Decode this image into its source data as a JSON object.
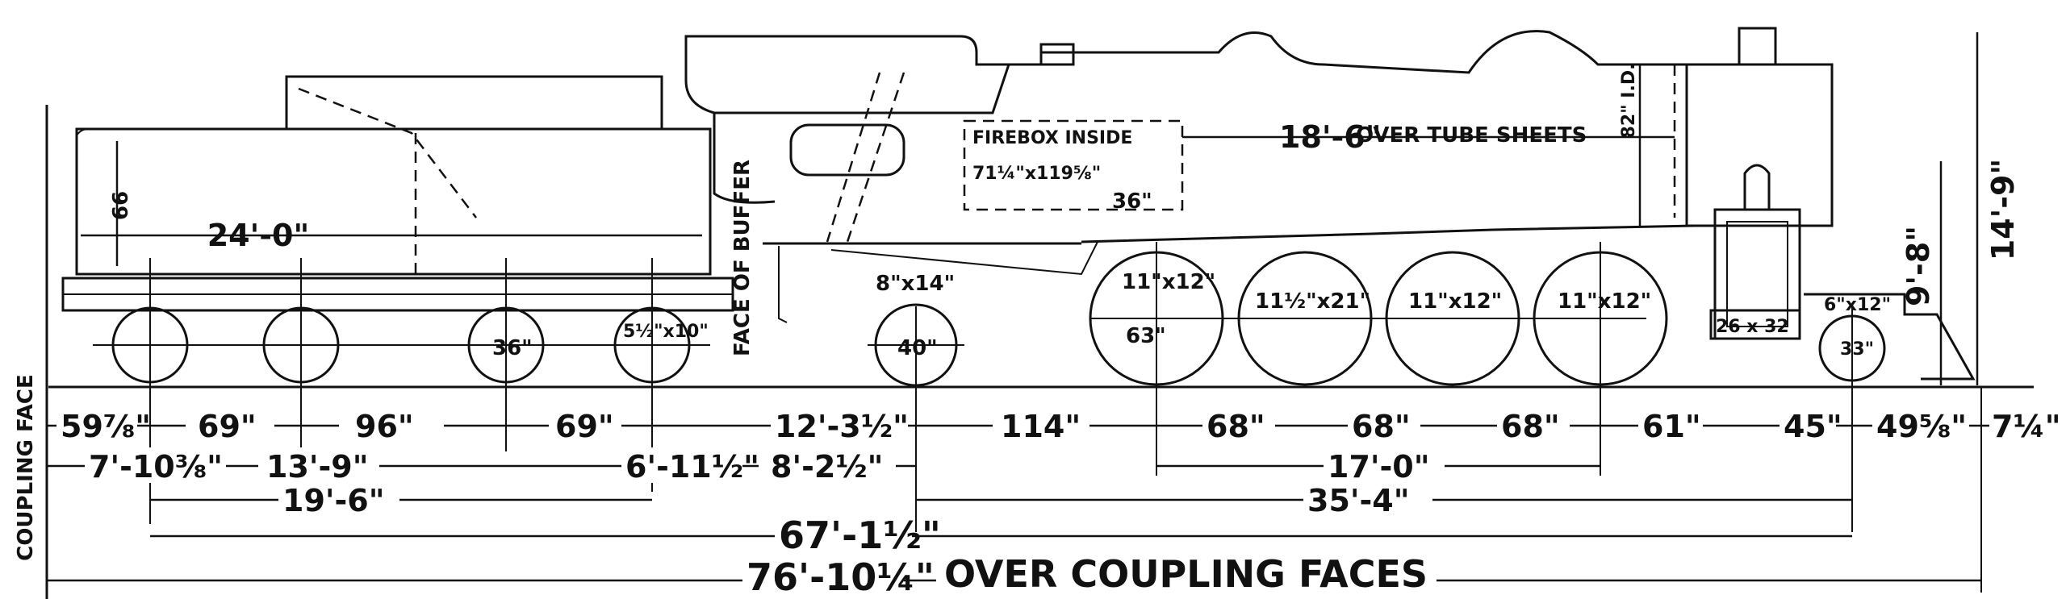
{
  "side_labels": {
    "coupling_face": "COUPLING FACE",
    "face_of_buffer": "FACE OF BUFFER"
  },
  "tender": {
    "tank_height": "66",
    "tank_length": "24'-0\""
  },
  "firebox": {
    "title": "FIREBOX INSIDE",
    "size": "71¼\"x119⅝\"",
    "depth": "36\""
  },
  "boiler": {
    "tube_sheets_length": "18'-6\"",
    "tube_sheets_label": "OVER TUBE SHEETS",
    "inside_diameter": "82\" I.D."
  },
  "wheels": {
    "tender_wheel_a": "36\"",
    "tender_wheel_b": "5½\"x10\"",
    "trailing_truck": "8\"x14\"",
    "trailing_truck_dia": "40\"",
    "driver_1_journal": "11\"x12\"",
    "driver_1_dia": "63\"",
    "driver_2_journal": "11½\"x21\"",
    "driver_3_journal": "11\"x12\"",
    "driver_4_journal": "11\"x12\"",
    "cylinder": "26 x 32",
    "pilot_journal": "6\"x12\"",
    "pilot_dia": "33\""
  },
  "heights": {
    "boiler_center": "9'-8\"",
    "overall": "14'-9\""
  },
  "dims_row1": {
    "d1": "59⅞\"",
    "d2": "69\"",
    "d3": "96\"",
    "d4": "69\"",
    "d5": "12'-3½\"",
    "d6": "114\"",
    "d7": "68\"",
    "d8": "68\"",
    "d9": "68\"",
    "d10": "61\"",
    "d11": "45\"",
    "d12": "49⅝\"",
    "d13": "7¼\""
  },
  "dims_row2": {
    "d1": "7'-10⅜\"",
    "d2": "13'-9\"",
    "d3": "6'-11½\"",
    "d4": "8'-2½\"",
    "d5": "17'-0\""
  },
  "dims_row3": {
    "tender_wheelbase": "19'-6\"",
    "engine_wheelbase": "35'-4\""
  },
  "dims_row4": {
    "total_wheelbase": "67'-1½\""
  },
  "dims_row5": {
    "overall": "76'-10¼\"",
    "overall_label": "OVER COUPLING FACES"
  }
}
